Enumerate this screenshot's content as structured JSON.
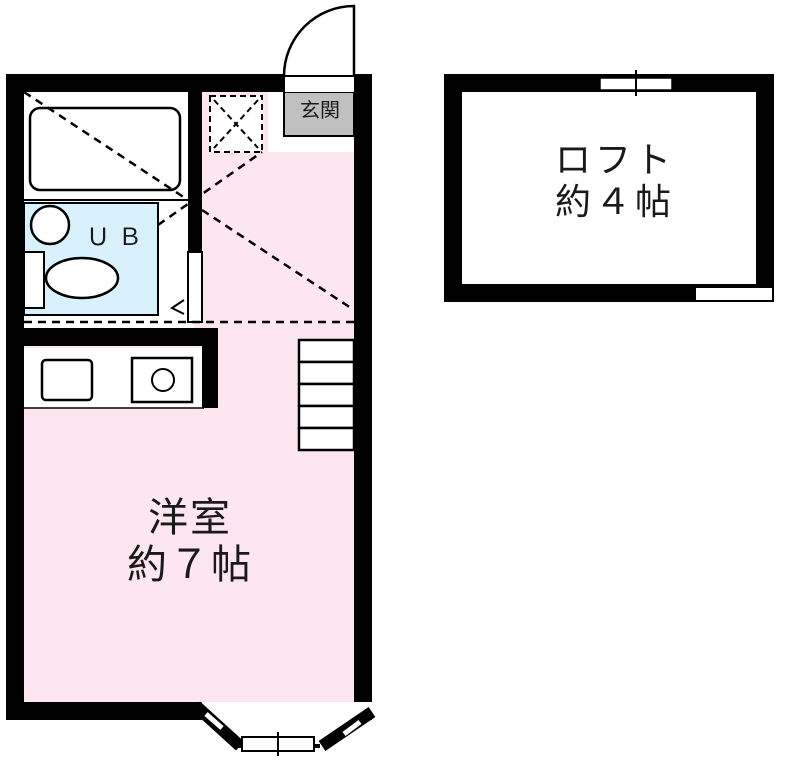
{
  "floorplan": {
    "main_room": {
      "name": "洋室",
      "size": "約７帖"
    },
    "loft": {
      "name": "ロフト",
      "size": "約４帖"
    },
    "bathroom": {
      "label": "ＵＢ"
    },
    "entrance": {
      "label": "玄関"
    },
    "colors": {
      "wall": "#000000",
      "room_fill": "#fde6ef",
      "bath_fill": "#d9f1fd",
      "entrance_fill": "#c0c0c0",
      "background": "#ffffff"
    }
  }
}
